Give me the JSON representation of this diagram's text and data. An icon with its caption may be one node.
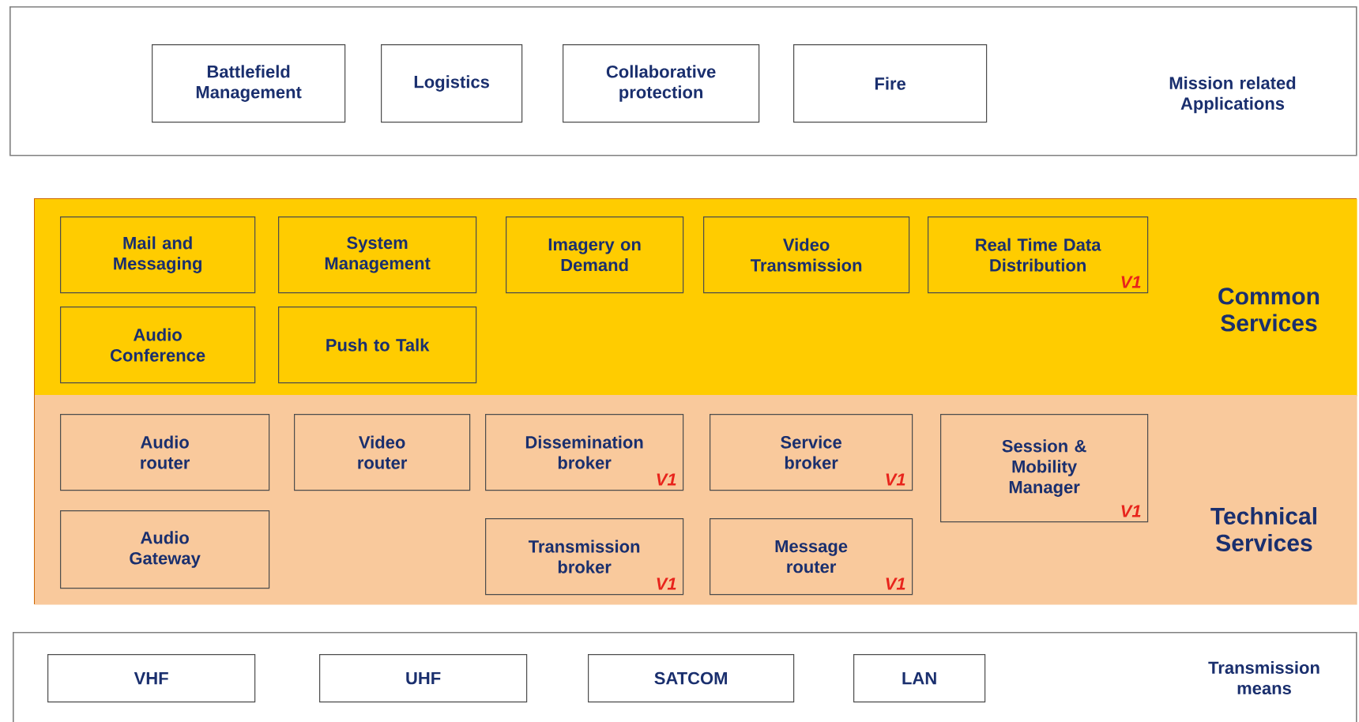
{
  "diagram": {
    "nodes": [
      {
        "text": [
          "Mission related Applications"
        ]
      },
      {
        "text": [
          "Battlefield Management"
        ],
        "in": 0
      },
      {
        "text": [
          "Logistics"
        ],
        "in": 0
      },
      {
        "text": [
          "Collaborative protection"
        ],
        "in": 0
      },
      {
        "text": [
          "Fire"
        ],
        "in": 0
      },
      {
        "text": [
          "Common Services"
        ]
      },
      {
        "text": [
          "Mail and Messaging"
        ],
        "in": 5
      },
      {
        "text": [
          "System Management"
        ],
        "in": 5
      },
      {
        "text": [
          "Imagery on Demand"
        ],
        "in": 5
      },
      {
        "text": [
          "Video Transmission"
        ],
        "in": 5
      },
      {
        "text": [
          "Real Time Data Distribution",
          "V1"
        ],
        "in": 5
      },
      {
        "text": [
          "Audio Conference"
        ],
        "in": 5
      },
      {
        "text": [
          "Push to Talk"
        ],
        "in": 5
      },
      {
        "text": [
          "Technical Services"
        ]
      },
      {
        "text": [
          "Audio router"
        ],
        "in": 13
      },
      {
        "text": [
          "Video router"
        ],
        "in": 13
      },
      {
        "text": [
          "Dissemination broker",
          "V1"
        ],
        "in": 13
      },
      {
        "text": [
          "Service broker",
          "V1"
        ],
        "in": 13
      },
      {
        "text": [
          "Session & Mobility Manager",
          "V1"
        ],
        "in": 13
      },
      {
        "text": [
          "Audio Gateway"
        ],
        "in": 13
      },
      {
        "text": [
          "Transmission broker",
          "V1"
        ],
        "in": 13
      },
      {
        "text": [
          "Message router",
          "V1"
        ],
        "in": 13
      },
      {
        "text": [
          "Transmission means"
        ]
      },
      {
        "text": [
          "VHF"
        ],
        "in": 22
      },
      {
        "text": [
          "UHF"
        ],
        "in": 22
      },
      {
        "text": [
          "SATCOM"
        ],
        "in": 22
      },
      {
        "text": [
          "LAN"
        ],
        "in": 22
      }
    ]
  }
}
